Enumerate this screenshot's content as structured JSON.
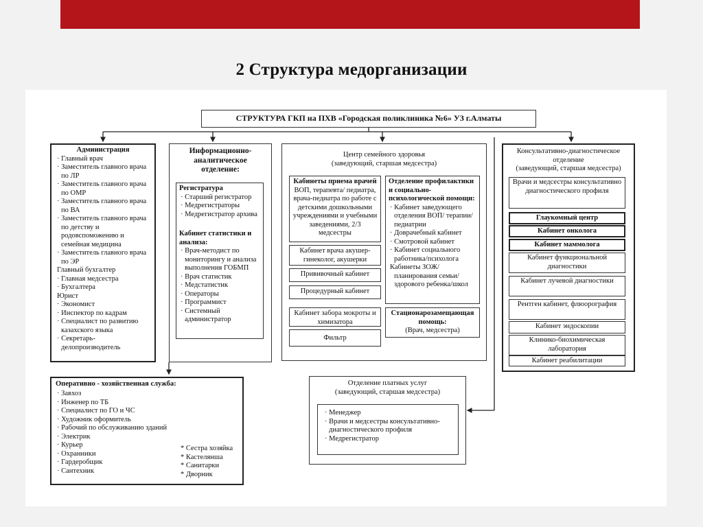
{
  "title": "2 Структура медорганизации",
  "main_header": "СТРУКТУРА ГКП на ПХВ «Городская поликлиника №6» УЗ г.Алматы",
  "admin": {
    "title": "Администрация",
    "items": [
      "· Главный врач",
      "· Заместитель главного врача по ЛР",
      "· Заместитель главного врача по ОМР",
      "· Заместитель главного врача по ВА",
      "· Заместитель главного врача по детству и родовспоможению и семейная медицина",
      "· Заместитель главного врача по ЭР",
      "Главный бухгалтер",
      "· Главная медсестра",
      "· Бухгалтера",
      "Юрист",
      "· Экономист",
      "· Инспектор по кадрам",
      "· Специалист по развитию казахского языка",
      "· Секретарь-делопроизводитель"
    ]
  },
  "info": {
    "title": "Информационно-аналитическое отделение:",
    "registry": {
      "title": "Регистратура",
      "items": [
        "· Старший регистратор",
        "· Медрегистраторы",
        "· Медрегистратор архива"
      ]
    },
    "stats": {
      "title": "Кабинет статистики и анализа:",
      "items": [
        "· Врач-методист по мониторингу и анализа выполнения ГОБМП",
        "· Врач статистик",
        "· Медстатистик",
        "· Операторы",
        "· Программист",
        "· Системный администратор"
      ]
    }
  },
  "family": {
    "title": "Центр семейного здоровья",
    "subtitle": "(заведующий, старшая медсестра)",
    "reception": {
      "title": "Кабинеты приема врачей",
      "text": "ВОП, терапевта/ педиатра, врача-педиатра по работе с детскими дошкольными учреждениями и учебными заведениями, 2/3 медсестры"
    },
    "cab1": "Кабинет врача акушер-гинеколог, акушерки",
    "cab2": "Прививочный кабинет",
    "cab3": "Процедурный кабинет",
    "cab4": "Кабинет забора мокроты и химизатора",
    "cab5": "Фильтр",
    "prevention": {
      "title": "Отделение профилактики и социально-психологической помощи:",
      "items": [
        "· Кабинет заведующего отделения ВОП/ терапии/ педиатрии",
        "· Доврачебный кабинет",
        "· Смотровой кабинет",
        "· Кабинет социального работника/психолога",
        "Кабинеты ЗОЖ/планирования семьи/ здорового ребенка/школ"
      ]
    },
    "replacement": {
      "title": "Стационарозамещающая помощь:",
      "text": "(Врач, медсестра)"
    }
  },
  "consult": {
    "title": "Консультативно-диагностическое отделение",
    "subtitle": "(заведующий, старшая медсестра)",
    "items": [
      {
        "label": "Врачи и медсестры консультативно диагностического профиля",
        "bold": false
      },
      {
        "label": "Глаукомный центр",
        "bold": true
      },
      {
        "label": "Кабинет онколога",
        "bold": true
      },
      {
        "label": "Кабинет маммолога",
        "bold": true
      },
      {
        "label": "Кабинет функциональной диагностики",
        "bold": false
      },
      {
        "label": "Кабинет лучевой диагностики",
        "bold": false
      },
      {
        "label": "Рентген кабинет, флюорография",
        "bold": false
      },
      {
        "label": "Кабинет эндоскопии",
        "bold": false
      },
      {
        "label": "Клинико-биохимическая лаборатория",
        "bold": false
      },
      {
        "label": "Кабинет реабилитации",
        "bold": false
      }
    ]
  },
  "ops": {
    "title": "Оперативно - хозяйственная служба:",
    "items_left": [
      "· Завхоз",
      "· Инженер по ТБ",
      "· Специалист по ГО и ЧС",
      "· Художник оформитель",
      "· Рабочий по обслуживанию зданий",
      "· Электрик",
      "· Курьер",
      "· Охранники",
      "· Гардеробщик",
      "· Сантехник"
    ],
    "items_right": [
      "*  Сестра хозяйка",
      "*  Кастелянша",
      "*  Санитарки",
      "*  Дворник"
    ]
  },
  "paid": {
    "title": "Отделение платных услуг",
    "subtitle": "(заведующий, старшая медсестра)",
    "items": [
      "· Менеджер",
      "· Врачи и медсестры консультативно-диагностического профиля",
      "· Медрегистратор"
    ]
  }
}
